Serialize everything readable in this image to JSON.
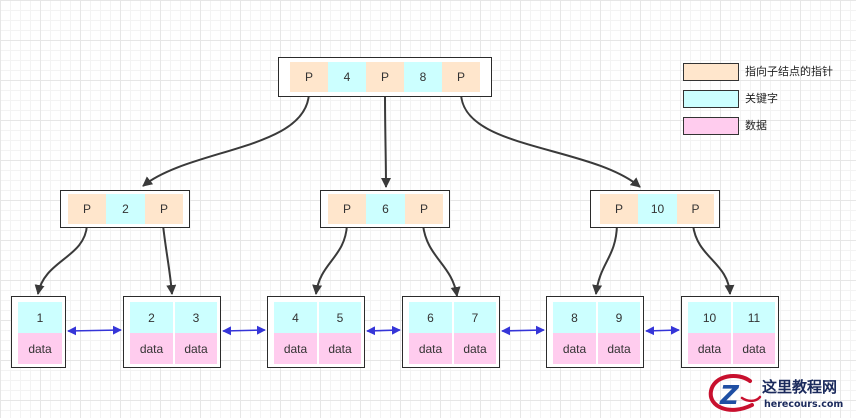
{
  "colors": {
    "pointer": "#ffe6cc",
    "key": "#ccffff",
    "data": "#ffccee",
    "tree_arrow": "#3a3a3a",
    "sibling_arrow": "#3535d8",
    "logo_red": "#c8102e",
    "logo_blue": "#1f4fa3"
  },
  "legend": [
    {
      "label": "指向子结点的指针"
    },
    {
      "label": "关键字"
    },
    {
      "label": "数据"
    }
  ],
  "root": [
    "P",
    "4",
    "P",
    "8",
    "P"
  ],
  "internal_nodes": [
    [
      "P",
      "2",
      "P"
    ],
    [
      "P",
      "6",
      "P"
    ],
    [
      "P",
      "10",
      "P"
    ]
  ],
  "leaves": [
    {
      "keys": [
        "1"
      ],
      "data": [
        "data"
      ]
    },
    {
      "keys": [
        "2",
        "3"
      ],
      "data": [
        "data",
        "data"
      ]
    },
    {
      "keys": [
        "4",
        "5"
      ],
      "data": [
        "data",
        "data"
      ]
    },
    {
      "keys": [
        "6",
        "7"
      ],
      "data": [
        "data",
        "data"
      ]
    },
    {
      "keys": [
        "8",
        "9"
      ],
      "data": [
        "data",
        "data"
      ]
    },
    {
      "keys": [
        "10",
        "11"
      ],
      "data": [
        "data",
        "data"
      ]
    }
  ],
  "watermark": {
    "logo_letter": "Z",
    "title": "这里教程网",
    "subtitle": "herecours.com"
  }
}
